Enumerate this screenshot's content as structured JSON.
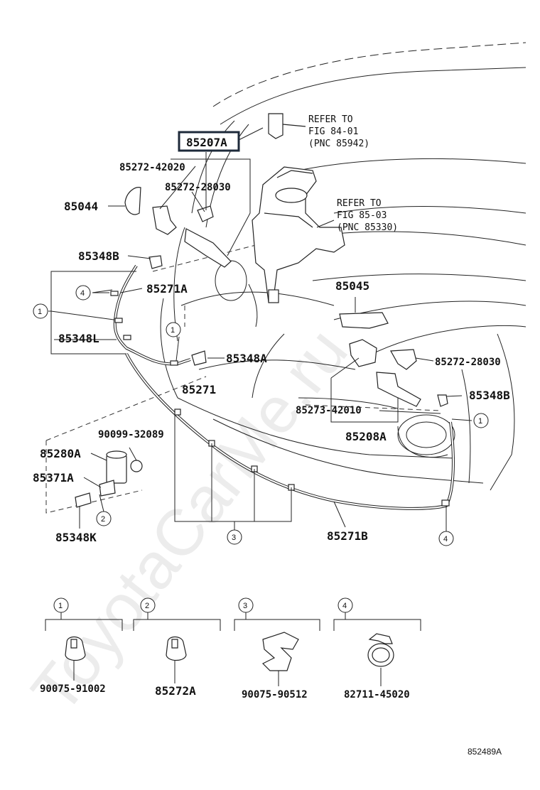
{
  "watermark": "ToyotaCarMe.ru",
  "diagram_id": "852489A",
  "highlight_part": "85207A",
  "refs": {
    "ref1": [
      "REFER TO",
      "FIG 84-01",
      "(PNC 85942)"
    ],
    "ref2": [
      "REFER TO",
      "FIG 85-03",
      "(PNC 85330)"
    ]
  },
  "parts": {
    "p85272_42020": "85272-42020",
    "p85272_28030_top": "85272-28030",
    "p85044": "85044",
    "p85348B_left": "85348B",
    "p85271A": "85271A",
    "p85348L": "85348L",
    "p85348A": "85348A",
    "p85271": "85271",
    "p85045": "85045",
    "p85272_28030_right": "85272-28030",
    "p85348B_right": "85348B",
    "p85273_42010": "85273-42010",
    "p85208A": "85208A",
    "p90099_32089": "90099-32089",
    "p85280A": "85280A",
    "p85371A": "85371A",
    "p85348K": "85348K",
    "p85271B": "85271B"
  },
  "callouts": {
    "c1": "1",
    "c2": "2",
    "c3": "3",
    "c4": "4"
  },
  "legend": [
    {
      "num": "1",
      "part": "90075-91002"
    },
    {
      "num": "2",
      "part": "85272A"
    },
    {
      "num": "3",
      "part": "90075-90512"
    },
    {
      "num": "4",
      "part": "82711-45020"
    }
  ]
}
